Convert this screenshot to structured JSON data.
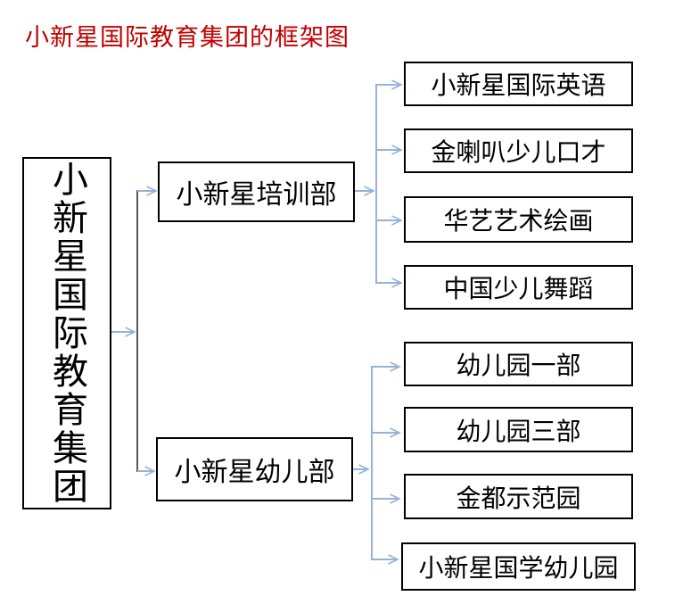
{
  "title": "小新星国际教育集团的框架图",
  "root": {
    "label": "小新星国际教育集团"
  },
  "departments": [
    {
      "label": "小新星培训部",
      "children": [
        "小新星国际英语",
        "金喇叭少儿口才",
        "华艺艺术绘画",
        "中国少儿舞蹈"
      ]
    },
    {
      "label": "小新星幼儿部",
      "children": [
        "幼儿园一部",
        "幼儿园三部",
        "金都示范园",
        "小新星国学幼儿园"
      ]
    }
  ],
  "colors": {
    "title_red": "#c00000",
    "connector_blue": "#95b3d7",
    "connector_gray": "#595959",
    "box_border": "#000000",
    "background": "#ffffff"
  }
}
